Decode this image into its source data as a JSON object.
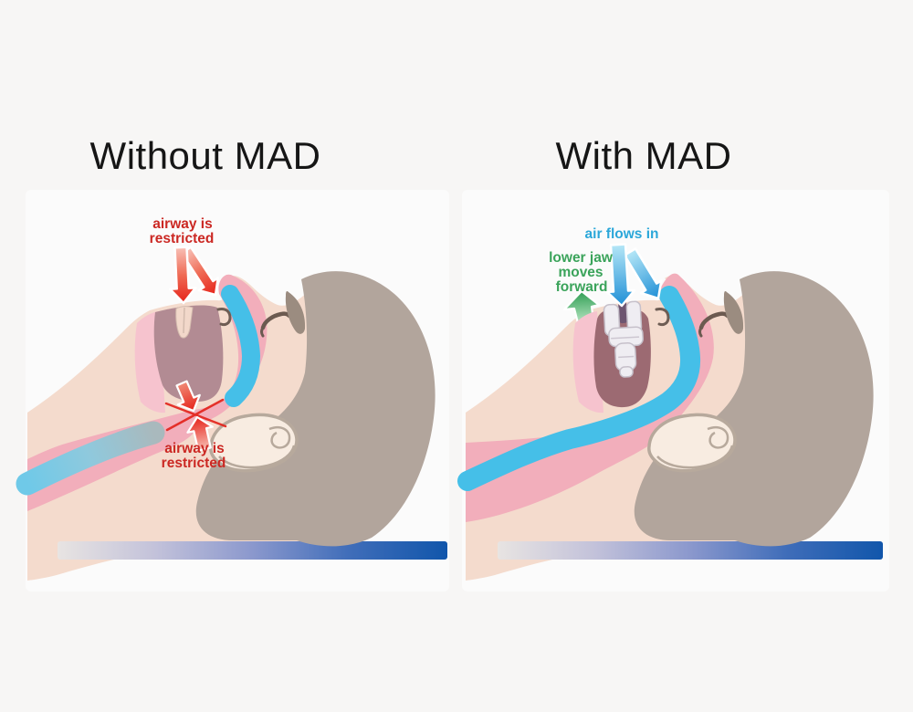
{
  "illustration": {
    "left": {
      "title": "Without MAD",
      "label_top": {
        "line1": "airway is",
        "line2": "restricted"
      },
      "label_throat": {
        "line1": "airway is",
        "line2": "restricted"
      }
    },
    "right": {
      "title": "With MAD",
      "label_air": "air flows in",
      "label_jaw": {
        "line1": "lower jaw",
        "line2": "moves",
        "line3": "forward"
      }
    },
    "colors": {
      "title_text": "#161616",
      "red_label": "#cb2823",
      "green_label": "#3aa35a",
      "blue_label": "#2ba7d9",
      "skin": "#f4dbcd",
      "hair": "#b2a59c",
      "airway_band_pink": "#f2aebb",
      "airway_blue": "#45bfe8",
      "tongue": "#b28b93",
      "mouth_cavity": "#9c6a72",
      "mad_device": "#efedf2",
      "bed_gradient_start": "#e8e4e2",
      "bed_gradient_end": "#1156ab",
      "background": "#f7f6f5"
    }
  }
}
